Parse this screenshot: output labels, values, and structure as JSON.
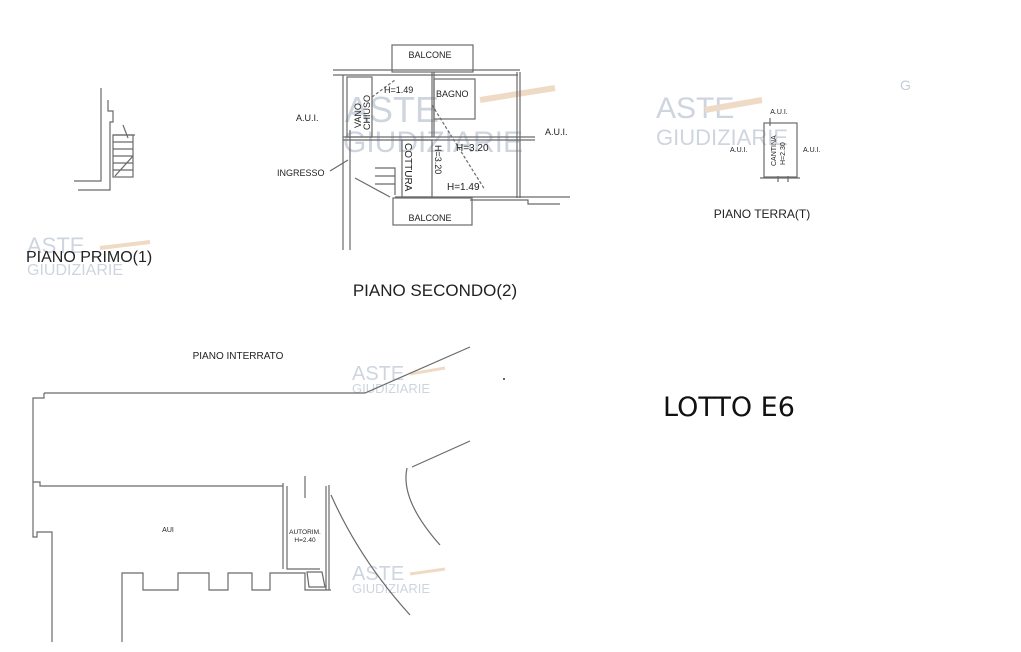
{
  "document": {
    "lot_title": "LOTTO E6",
    "colors": {
      "walls": "#6a6a6a",
      "text": "#222222",
      "watermark": "#c3cbd8",
      "watermark_gavel": "#e8c8a8"
    }
  },
  "watermark": {
    "line1": "ASTE",
    "line2": "GIUDIZIARIE"
  },
  "piano_primo": {
    "title": "PIANO PRIMO(1)"
  },
  "piano_secondo": {
    "title": "PIANO SECONDO(2)",
    "labels": {
      "balcone_top": "BALCONE",
      "balcone_bottom": "BALCONE",
      "h_top": "H=1.49",
      "bagno": "BAGNO",
      "vano": "VANO",
      "chiuso": "CHIUSO",
      "aui_left": "A.U.I.",
      "aui_right": "A.U.I.",
      "h_main": "H=3.20",
      "cottura": "COTTURA",
      "h_vertical": "H=3.20",
      "h_bottom": "H=1.49",
      "ingresso": "INGRESSO"
    }
  },
  "piano_terra": {
    "title": "PIANO TERRA(T)",
    "labels": {
      "aui_top": "A.U.I.",
      "aui_left": "A.U.I.",
      "aui_right": "A.U.I.",
      "cantina": "CANTINA",
      "height": "H=2.30"
    }
  },
  "piano_interrato": {
    "title": "PIANO INTERRATO",
    "labels": {
      "aui": "AUI",
      "autorim": "AUTORIM.",
      "height": "H=2.40"
    }
  }
}
